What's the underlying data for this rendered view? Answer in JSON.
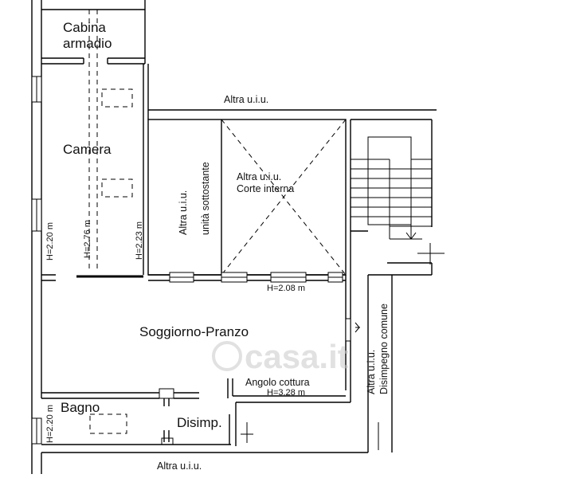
{
  "rooms": {
    "cabina": [
      "Cabina",
      "armadio"
    ],
    "camera": "Camera",
    "soggiorno": "Soggiorno-Pranzo",
    "angolo": "Angolo cottura",
    "bagno": "Bagno",
    "disimp": "Disimp."
  },
  "neighbors": {
    "top": "Altra u.i.u.",
    "bottom": "Altra u.i.u.",
    "sottostante": [
      "Altra u.i.u.",
      "unità sottostante"
    ],
    "corte": [
      "Altra u.i.u.",
      "Corte interna"
    ],
    "disimpegno": [
      "Altra u.i.u.",
      "Disimpegno comune"
    ]
  },
  "heights": {
    "camera_left": "H=2.20 m",
    "camera_mid": "H=2.76 m",
    "camera_right": "H=2.23 m",
    "soggiorno": "H=2.08 m",
    "angolo": "H=3.28 m",
    "bagno": "H=2.20 m"
  },
  "watermark": "casa.it"
}
